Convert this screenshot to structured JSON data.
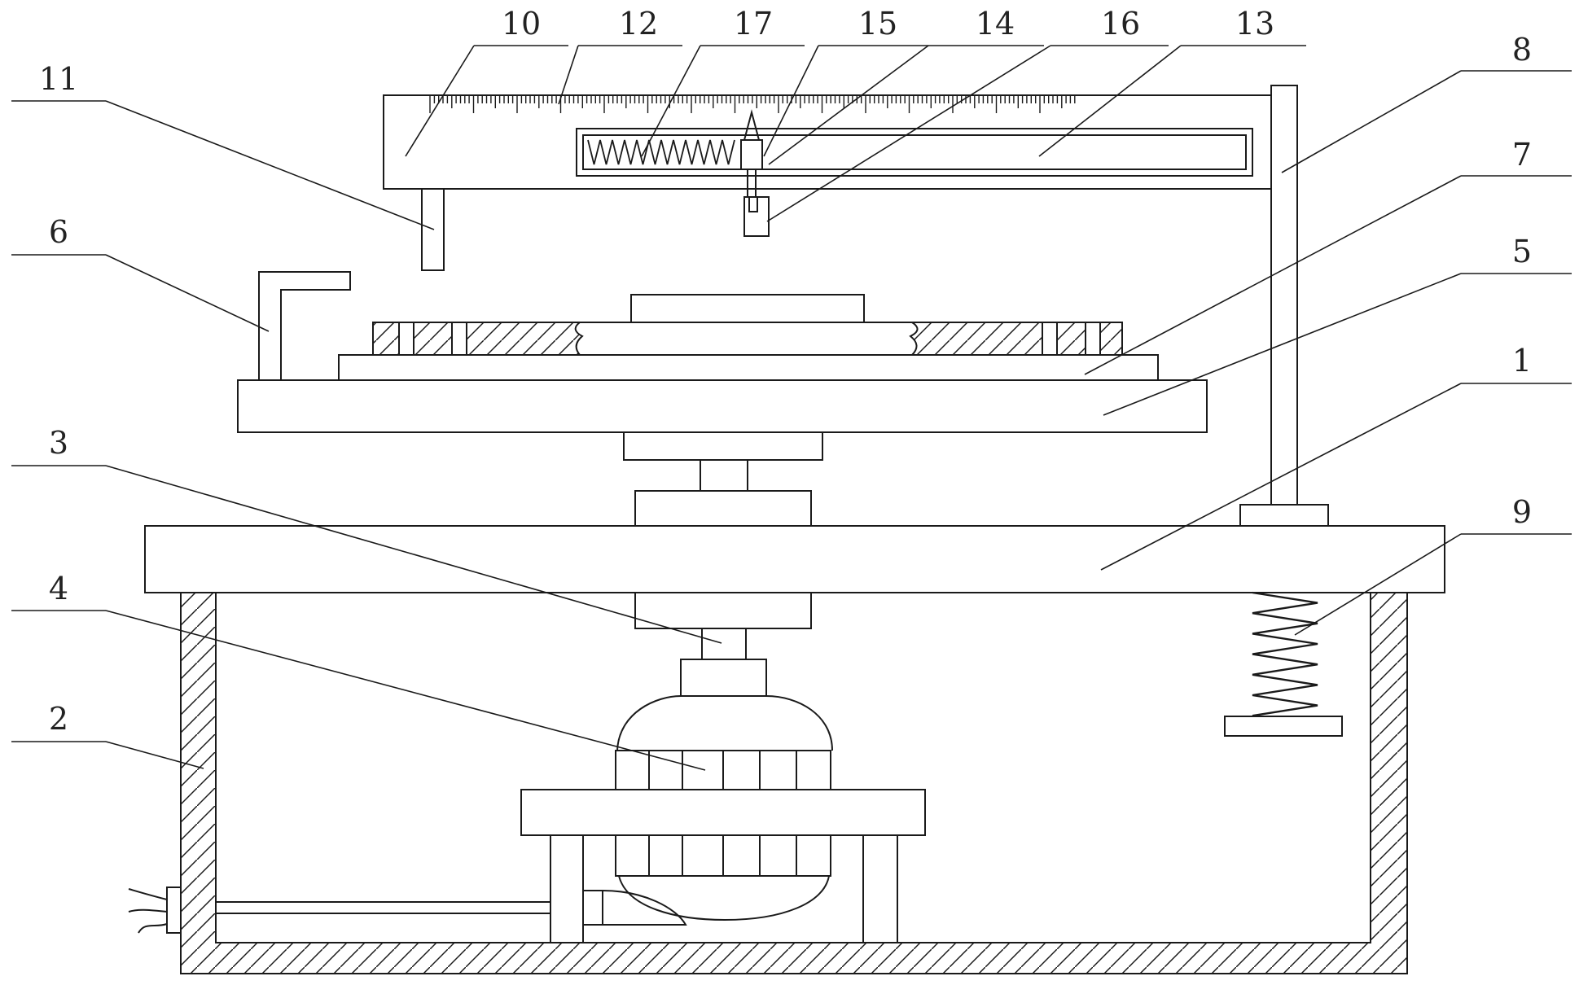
{
  "colors": {
    "line": "#1a1a1a",
    "background": "#ffffff"
  },
  "labels": [
    {
      "id": "10",
      "text": "10"
    },
    {
      "id": "12",
      "text": "12"
    },
    {
      "id": "17",
      "text": "17"
    },
    {
      "id": "15",
      "text": "15"
    },
    {
      "id": "14",
      "text": "14"
    },
    {
      "id": "16",
      "text": "16"
    },
    {
      "id": "13",
      "text": "13"
    },
    {
      "id": "11",
      "text": "11"
    },
    {
      "id": "8",
      "text": "8"
    },
    {
      "id": "7",
      "text": "7"
    },
    {
      "id": "6",
      "text": "6"
    },
    {
      "id": "5",
      "text": "5"
    },
    {
      "id": "1",
      "text": "1"
    },
    {
      "id": "3",
      "text": "3"
    },
    {
      "id": "9",
      "text": "9"
    },
    {
      "id": "4",
      "text": "4"
    },
    {
      "id": "2",
      "text": "2"
    }
  ]
}
